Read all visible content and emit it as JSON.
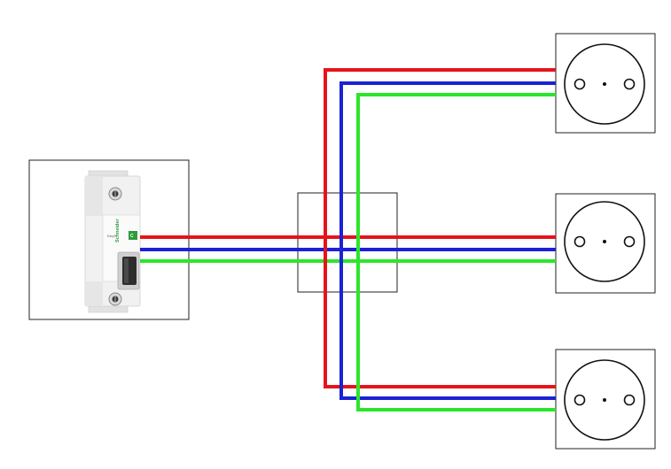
{
  "breaker": {
    "brand": "Schneider",
    "model": "Easy9",
    "rating": "C"
  },
  "wire_colors": {
    "line": "#e5141b",
    "neutral": "#1a22d4",
    "earth": "#2ae62a"
  },
  "components": {
    "breaker_enclosure": "circuit-breaker",
    "junction_box": "junction-box",
    "sockets": [
      "socket-1",
      "socket-2",
      "socket-3"
    ]
  }
}
